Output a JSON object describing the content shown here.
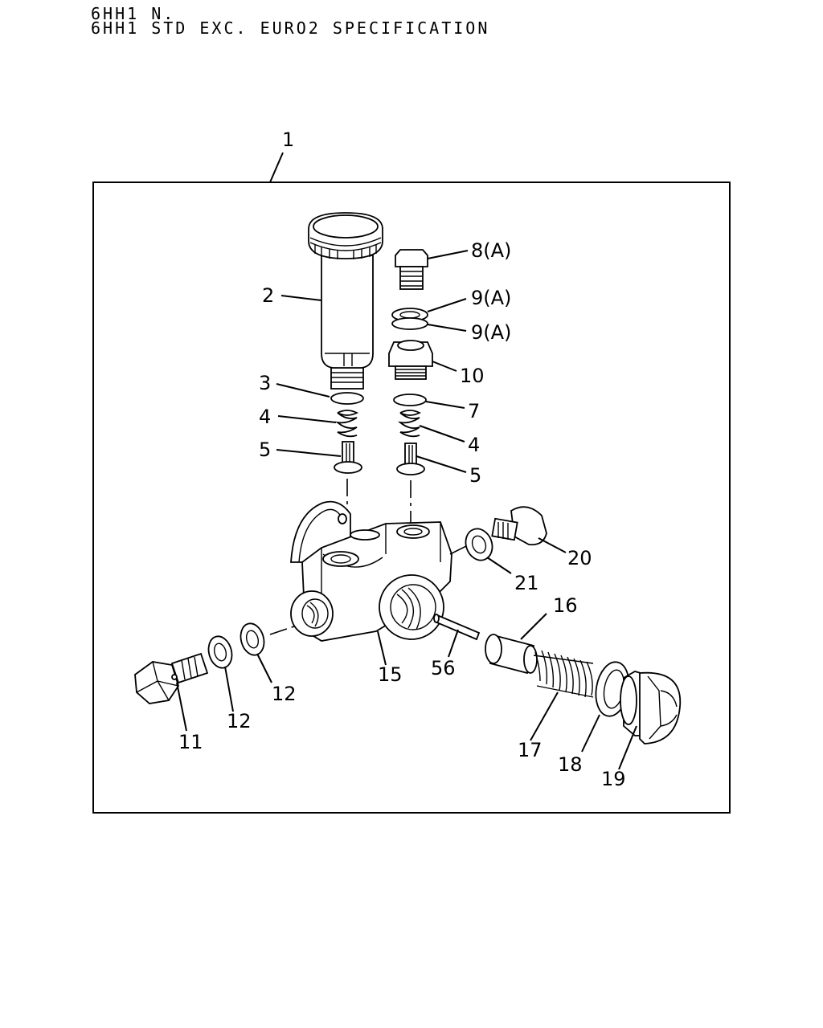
{
  "header": {
    "line1": "6HH1 N.",
    "line2": "6HH1 STD EXC. EURO2 SPECIFICATION"
  },
  "callouts": {
    "c1": "1",
    "c2": "2",
    "c3": "3",
    "c4a": "4",
    "c5a": "5",
    "c8": "8(A)",
    "c9a": "9(A)",
    "c9b": "9(A)",
    "c10": "10",
    "c7": "7",
    "c4b": "4",
    "c5b": "5",
    "c20": "20",
    "c21": "21",
    "c16": "16",
    "c15": "15",
    "c56": "56",
    "c12a": "12",
    "c12b": "12",
    "c11": "11",
    "c17": "17",
    "c18": "18",
    "c19": "19"
  }
}
